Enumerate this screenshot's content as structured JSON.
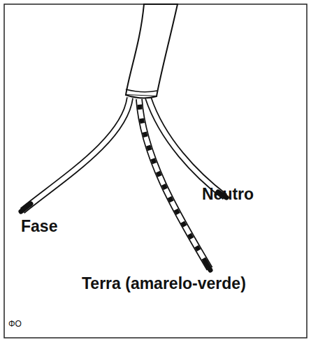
{
  "diagram": {
    "labels": [
      "Fase",
      "Neutro",
      "Terra (amarelo-verde)",
      "ΦO"
    ]
  }
}
